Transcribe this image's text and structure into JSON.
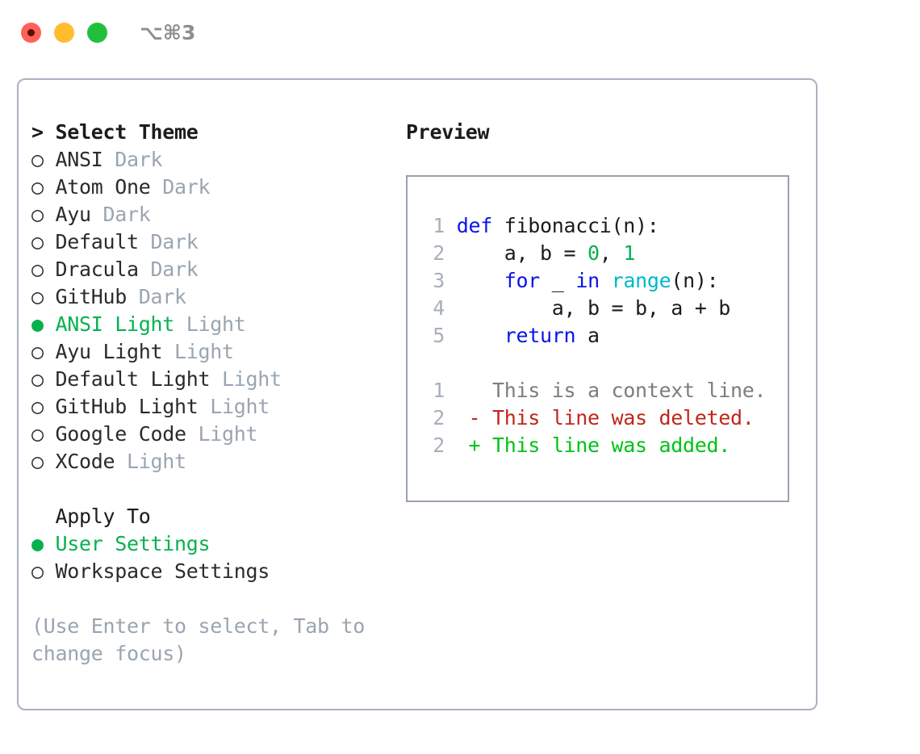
{
  "window": {
    "shortcut_label": "⌥⌘3",
    "traffic_lights": [
      "close",
      "minimize",
      "maximize"
    ]
  },
  "theme_selector": {
    "header": "> Select Theme",
    "marker_selected": "●",
    "marker_unselected": "○",
    "selected_theme": "ANSI Light",
    "accent_color": "#07b14f",
    "suffix_color": "#9aa5b1",
    "items": [
      {
        "marker": "○",
        "name": "ANSI",
        "suffix": "Dark",
        "selected": false
      },
      {
        "marker": "○",
        "name": "Atom One",
        "suffix": "Dark",
        "selected": false
      },
      {
        "marker": "○",
        "name": "Ayu",
        "suffix": "Dark",
        "selected": false
      },
      {
        "marker": "○",
        "name": "Default",
        "suffix": "Dark",
        "selected": false
      },
      {
        "marker": "○",
        "name": "Dracula",
        "suffix": "Dark",
        "selected": false
      },
      {
        "marker": "○",
        "name": "GitHub",
        "suffix": "Dark",
        "selected": false
      },
      {
        "marker": "●",
        "name": "ANSI Light",
        "suffix": "Light",
        "selected": true
      },
      {
        "marker": "○",
        "name": "Ayu Light",
        "suffix": "Light",
        "selected": false
      },
      {
        "marker": "○",
        "name": "Default Light",
        "suffix": "Light",
        "selected": false
      },
      {
        "marker": "○",
        "name": "GitHub Light",
        "suffix": "Light",
        "selected": false
      },
      {
        "marker": "○",
        "name": "Google Code",
        "suffix": "Light",
        "selected": false
      },
      {
        "marker": "○",
        "name": "XCode",
        "suffix": "Light",
        "selected": false
      }
    ]
  },
  "apply_to": {
    "header": "Apply To",
    "items": [
      {
        "marker": "●",
        "name": "User Settings",
        "selected": true
      },
      {
        "marker": "○",
        "name": "Workspace Settings",
        "selected": false
      }
    ]
  },
  "hint": "(Use Enter to select, Tab to change focus)",
  "preview": {
    "title": "Preview",
    "code": [
      {
        "ln": "1",
        "tokens": [
          {
            "t": "def",
            "c": "kw"
          },
          {
            "t": " fibonacci(n):",
            "c": "plain"
          }
        ]
      },
      {
        "ln": "2",
        "tokens": [
          {
            "t": "    a, b = ",
            "c": "plain"
          },
          {
            "t": "0",
            "c": "num"
          },
          {
            "t": ", ",
            "c": "plain"
          },
          {
            "t": "1",
            "c": "num"
          }
        ]
      },
      {
        "ln": "3",
        "tokens": [
          {
            "t": "    ",
            "c": "plain"
          },
          {
            "t": "for",
            "c": "kw"
          },
          {
            "t": " _ ",
            "c": "plain"
          },
          {
            "t": "in",
            "c": "kw"
          },
          {
            "t": " ",
            "c": "plain"
          },
          {
            "t": "range",
            "c": "fn"
          },
          {
            "t": "(n):",
            "c": "plain"
          }
        ]
      },
      {
        "ln": "4",
        "tokens": [
          {
            "t": "        a, b = b, a + b",
            "c": "plain"
          }
        ]
      },
      {
        "ln": "5",
        "tokens": [
          {
            "t": "    ",
            "c": "plain"
          },
          {
            "t": "return",
            "c": "kw"
          },
          {
            "t": " a",
            "c": "plain"
          }
        ]
      }
    ],
    "diff": [
      {
        "ln": "1",
        "marker": " ",
        "text": "This is a context line.",
        "kind": "ctx"
      },
      {
        "ln": "2",
        "marker": "-",
        "text": "This line was deleted.",
        "kind": "del"
      },
      {
        "ln": "2",
        "marker": "+",
        "text": "This line was added.",
        "kind": "add"
      }
    ],
    "colors": {
      "keyword": "#0a14e8",
      "function": "#00b8c8",
      "number": "#07b14f",
      "plain": "#1c1c1c",
      "line_number": "#a8b0bb",
      "diff_context": "#7d7d7d",
      "diff_deleted": "#c0261a",
      "diff_added": "#00c217"
    }
  }
}
